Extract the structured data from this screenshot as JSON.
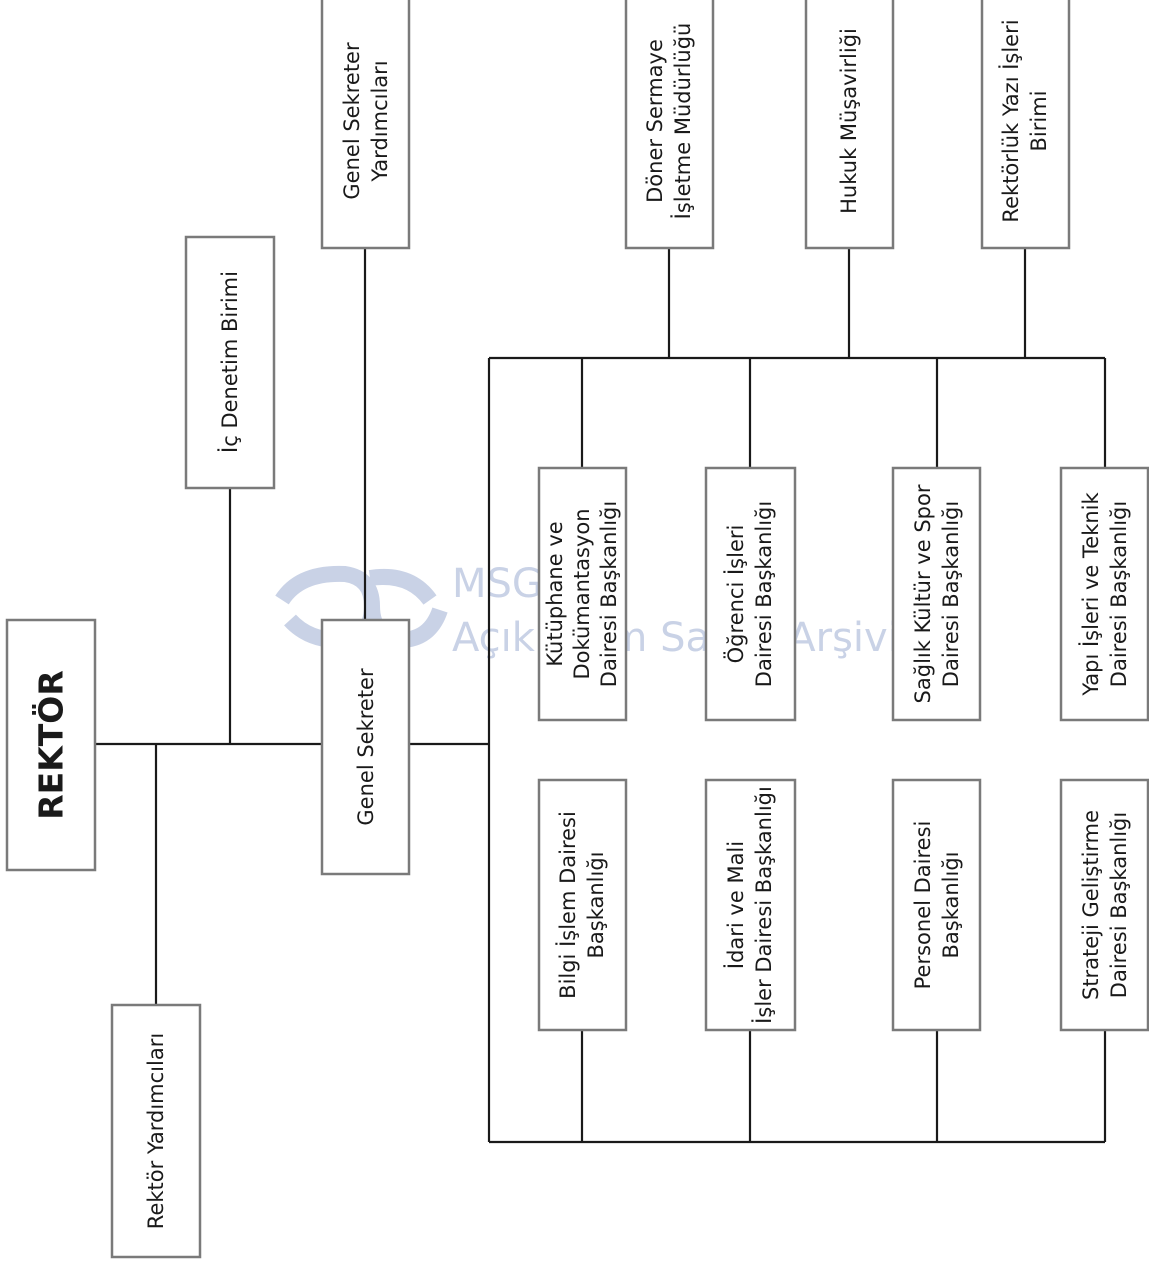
{
  "watermark": {
    "line1": "MSGSÜ",
    "line2": "Açık Bilim Sanat Arşivi",
    "color": "#c9d2e6"
  },
  "nodes": {
    "rektor": "REKTÖR",
    "rektor_yardimcilari": "Rektör Yardımcıları",
    "ic_denetim": "İç Denetim Birimi",
    "genel_sekreter": "Genel Sekreter",
    "gs_yardimcilari": [
      "Genel Sekreter",
      "Yardımcıları"
    ],
    "doner_sermaye": [
      "Döner Sermaye",
      "İşletme Müdürlüğü"
    ],
    "hukuk": "Hukuk Müşavirliği",
    "yazi_isleri": [
      "Rektörlük Yazı İşleri",
      "Birimi"
    ],
    "kutuphane": [
      "Kütüphane ve",
      "Dokümantasyon",
      "Dairesi Başkanlığı"
    ],
    "ogrenci": [
      "Öğrenci İşleri",
      "Dairesi Başkanlığı"
    ],
    "saglik": [
      "Sağlık Kültür ve Spor",
      "Dairesi Başkanlığı"
    ],
    "yapi": [
      "Yapı İşleri ve Teknik",
      "Dairesi Başkanlığı"
    ],
    "bilgi_islem": [
      "Bilgi İşlem Dairesi",
      "Başkanlığı"
    ],
    "idari_mali": [
      "İdari ve Mali",
      "İşler Dairesi Başkanlığı"
    ],
    "personel": [
      "Personel Dairesi",
      "Başkanlığı"
    ],
    "strateji": [
      "Strateji Geliştirme",
      "Dairesi Başkanlığı"
    ]
  },
  "colors": {
    "box_border": "#7a7a7a",
    "line": "#1a1a1a",
    "text": "#1a1a1a"
  }
}
